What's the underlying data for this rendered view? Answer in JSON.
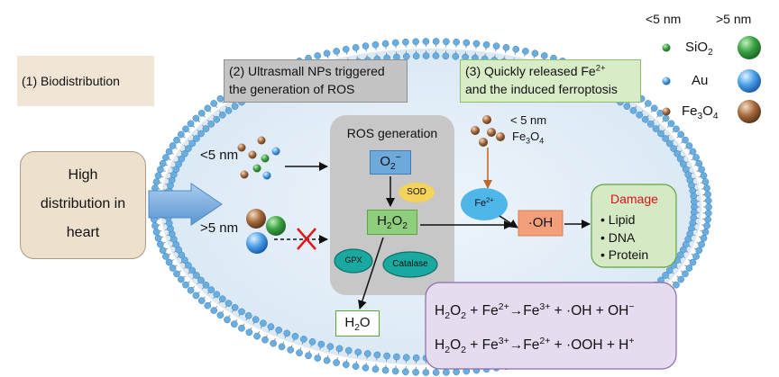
{
  "legend": {
    "small_header": "<5 nm",
    "large_header": ">5 nm",
    "items": [
      {
        "name": "SiO",
        "sub": "2",
        "color": "#3aa043"
      },
      {
        "name": "Au",
        "sub": "",
        "color": "#4a9fe8"
      },
      {
        "name": "Fe",
        "sub": "3",
        "tail": "O",
        "sub2": "4",
        "color": "#a56a3c"
      }
    ]
  },
  "steps": {
    "step1": "(1) Biodistribution",
    "step2_line1": "(2) Ultrasmall NPs triggered",
    "step2_line2": "the generation of ROS",
    "step3_line1": "(3) Quickly released Fe",
    "step3_sup": "2+",
    "step3_line2": "and the induced ferroptosis"
  },
  "heart": {
    "line1": "High",
    "line2": "distribution in",
    "line3": "heart"
  },
  "particles": {
    "small_label": "<5 nm",
    "large_label": ">5 nm"
  },
  "ros": {
    "title": "ROS generation",
    "o2": "O",
    "o2_sub": "2",
    "o2_sup": "−",
    "sod": "SOD",
    "h2o2_a": "H",
    "h2o2_sub1": "2",
    "h2o2_b": "O",
    "h2o2_sub2": "2",
    "gpx": "GPX",
    "catalase": "Catalase"
  },
  "water": {
    "a": "H",
    "sub": "2",
    "b": "O"
  },
  "iron": {
    "size_label": "< 5 nm",
    "fe": "Fe",
    "fe_sub1": "3",
    "o": "O",
    "fe_sub2": "4",
    "ion": "Fe",
    "ion_sup": "2+"
  },
  "hydroxyl": "·OH",
  "damage": {
    "title": "Damage",
    "items": [
      "• Lipid",
      "• DNA",
      "• Protein"
    ]
  },
  "reactions": {
    "r1": [
      "H",
      "2",
      "O",
      "2",
      " + Fe",
      "2+",
      "→Fe",
      "3+",
      " + ·OH + OH",
      "−"
    ],
    "r2": [
      "H",
      "2",
      "O",
      "2",
      " + Fe",
      "3+",
      "→Fe",
      "2+",
      " + ·OOH + H",
      "+"
    ]
  },
  "colors": {
    "cell_fill": "#dde9f5",
    "membrane_head": "#6aaee0",
    "ros_panel": "#c7c7c7",
    "o2_box": "#6ea9dc",
    "h2o2_box": "#8fce7d",
    "sod": "#f4d35a",
    "enzyme": "#19a9a0",
    "fe_ion": "#4fb6ea",
    "oh_box": "#f3a07a",
    "damage_fill": "#d4e9c4",
    "damage_title": "#e0101a",
    "reaction_fill": "#e6dcf0",
    "step1_fill": "#f1e6d6",
    "step2_fill": "#c4c4c4",
    "step3_fill": "#d9ecc8",
    "heart_fill": "#ede1cd",
    "cross": "#e01818"
  }
}
